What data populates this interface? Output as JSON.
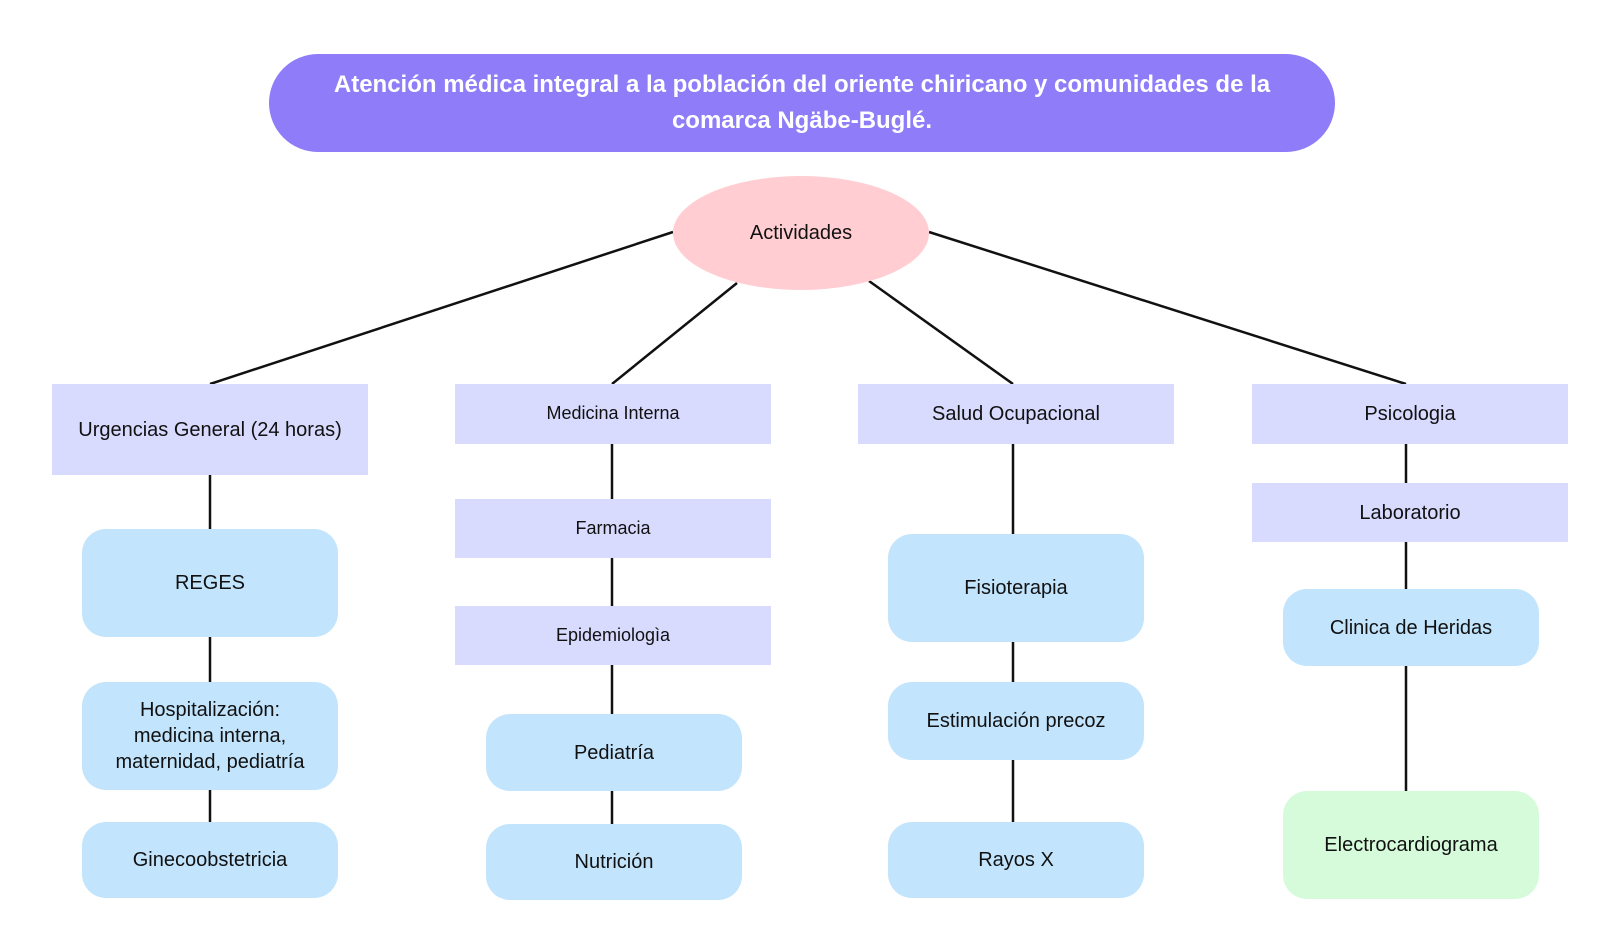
{
  "title": "Atención médica integral a la población del oriente chiricano y comunidades de la comarca Ngäbe-Buglé.",
  "root": "Actividades",
  "columns": [
    {
      "header": "Urgencias General (24 horas)",
      "items": [
        "REGES",
        "Hospitalización: medicina interna, maternidad, pediatría",
        "Ginecoobstetricia"
      ]
    },
    {
      "header": "Medicina Interna",
      "items": [
        "Farmacia",
        "Epidemiologìa",
        "Pediatría",
        "Nutrición"
      ]
    },
    {
      "header": "Salud Ocupacional",
      "items": [
        "Fisioterapia",
        "Estimulación precoz",
        "Rayos X"
      ]
    },
    {
      "header": "Psicologia",
      "items": [
        "Laboratorio",
        "Clinica de Heridas",
        "Electrocardiograma"
      ]
    }
  ],
  "colors": {
    "title_fill": "#8e7cf8",
    "root_fill": "#ffcdd2",
    "rect_fill": "#d8dafe",
    "pill_fill": "#c2e4fc",
    "pill_green_fill": "#d6fbdb",
    "line": "#111111"
  }
}
